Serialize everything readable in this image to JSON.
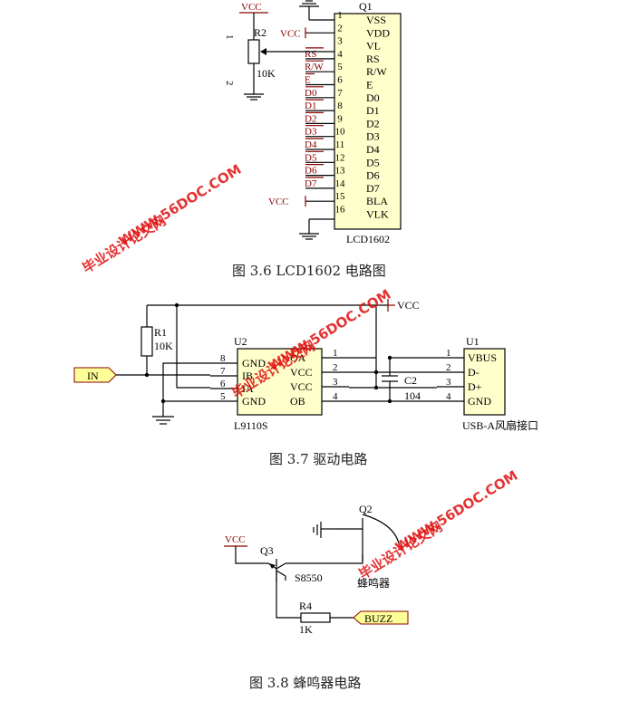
{
  "figure_3_6": {
    "caption": "图 3.6  LCD1602 电路图",
    "ref": "Q1",
    "part": "LCD1602",
    "pins": [
      "VSS",
      "VDD",
      "VL",
      "RS",
      "R/W",
      "E",
      "D0",
      "D1",
      "D2",
      "D3",
      "D4",
      "D5",
      "D6",
      "D7",
      "BLA",
      "VLK"
    ],
    "nets": [
      "",
      "VCC",
      "",
      "RS",
      "R/W",
      "E",
      "D0",
      "D1",
      "D2",
      "D3",
      "D4",
      "D5",
      "D6",
      "D7",
      "VCC",
      ""
    ],
    "pin_numbers": [
      "1",
      "2",
      "3",
      "4",
      "5",
      "6",
      "7",
      "8",
      "9",
      "10",
      "11",
      "12",
      "13",
      "14",
      "15",
      "16"
    ],
    "pot_ref": "R2",
    "pot_value": "10K",
    "pot_pin1": "1",
    "pot_pin2": "2",
    "vcc": "VCC"
  },
  "figure_3_7": {
    "caption": "图 3.7   驱动电路",
    "u2_ref": "U2",
    "u2_part": "L9110S",
    "u2_left_pins": [
      {
        "num": "8",
        "name": "GND"
      },
      {
        "num": "7",
        "name": "IB"
      },
      {
        "num": "6",
        "name": "IA"
      },
      {
        "num": "5",
        "name": "GND"
      }
    ],
    "u2_right_pins": [
      {
        "num": "1",
        "name": "OA"
      },
      {
        "num": "2",
        "name": "VCC"
      },
      {
        "num": "3",
        "name": "VCC"
      },
      {
        "num": "4",
        "name": "OB"
      }
    ],
    "u1_ref": "U1",
    "u1_label": "USB-A风扇接口",
    "u1_pins": [
      {
        "num": "1",
        "name": "VBUS"
      },
      {
        "num": "2",
        "name": "D-"
      },
      {
        "num": "3",
        "name": "D+"
      },
      {
        "num": "4",
        "name": "GND"
      }
    ],
    "r1_ref": "R1",
    "r1_value": "10K",
    "c2_ref": "C2",
    "c2_value": "104",
    "in_port": "IN",
    "vcc": "VCC"
  },
  "figure_3_8": {
    "caption": "图 3.8  蜂鸣器电路",
    "vcc": "VCC",
    "q3_ref": "Q3",
    "q3_part": "S8550",
    "q2_ref": "Q2",
    "q2_label": "蜂鸣器",
    "r4_ref": "R4",
    "r4_value": "1K",
    "buzz_port": "BUZZ"
  },
  "watermarks": [
    {
      "line1": "毕业设计论文网",
      "line2": "WWW.56DOC.COM"
    },
    {
      "line1": "毕业设计论文网",
      "line2": "WWW.56DOC.COM"
    },
    {
      "line1": "毕业设计论文网",
      "line2": "WWW.56DOC.COM"
    }
  ]
}
